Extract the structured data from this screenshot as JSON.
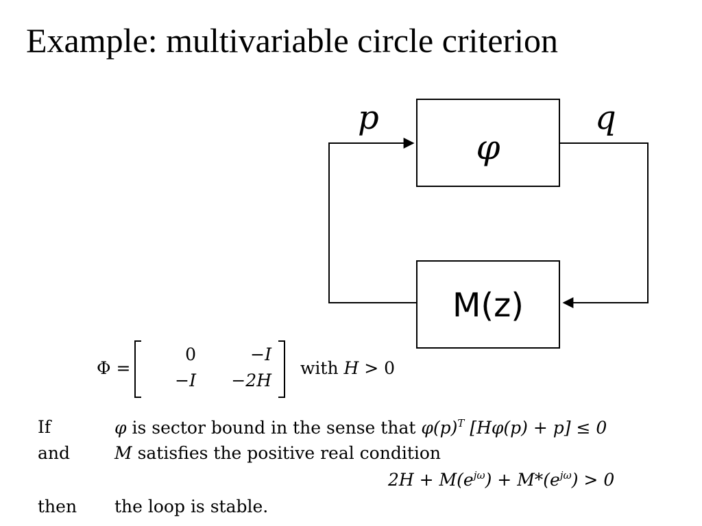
{
  "slide": {
    "title": "Example: multivariable circle criterion"
  },
  "diagram": {
    "signal_in": "p",
    "signal_out": "q",
    "block_top": "φ",
    "block_bottom": "M(z)"
  },
  "phi_def": {
    "lhs": "Φ =",
    "m11": "0",
    "m12": "−I",
    "m21": "−I",
    "m22": "−2H",
    "suffix_with": "with",
    "cond_var": "H",
    "cond_rest": "> 0"
  },
  "conditions": {
    "if_kw": "If",
    "if_sym": "φ",
    "if_text": "is sector bound in the sense that",
    "if_expr_1": "φ(p)",
    "if_expr_sup": "T",
    "if_expr_2": "[Hφ(p) + p] ≤ 0",
    "and_kw": "and",
    "and_sym": "M",
    "and_text": "satisfies the positive real condition",
    "pr_1": "2H + M(e",
    "pr_sup1": "jω",
    "pr_2": ") + M*(e",
    "pr_sup2": "jω",
    "pr_3": ") > 0",
    "then_kw": "then",
    "then_text": "the loop is stable."
  }
}
